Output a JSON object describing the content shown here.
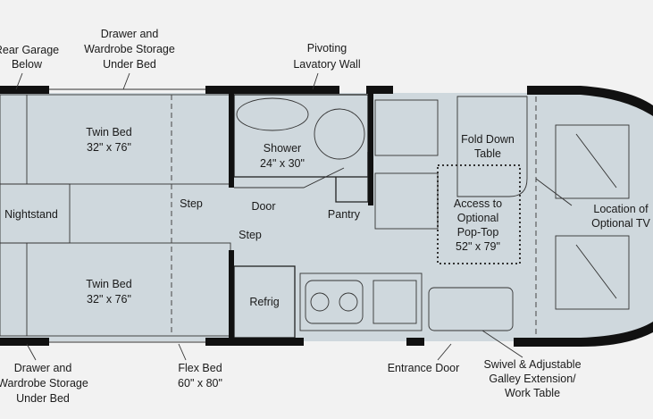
{
  "title": "",
  "colors": {
    "background": "#f2f2f2",
    "floor": "#cfd8dd",
    "wall": "#111111",
    "furniture": "#fafafa"
  },
  "labels": {
    "rear_garage": [
      "Rear Garage",
      "Below"
    ],
    "storage_top": [
      "Drawer and",
      "Wardrobe Storage",
      "Under Bed"
    ],
    "pivoting_wall": [
      "Pivoting",
      "Lavatory Wall"
    ],
    "twin_bed_top": [
      "Twin Bed",
      "32\" x 76\""
    ],
    "twin_bed_bottom": [
      "Twin Bed",
      "32\" x 76\""
    ],
    "nightstand": "Nightstand",
    "step_1": "Step",
    "step_2": "Step",
    "shower": [
      "Shower",
      "24\" x 30\""
    ],
    "door": "Door",
    "pantry": "Pantry",
    "fold_down_table": [
      "Fold Down",
      "Table"
    ],
    "pop_top": [
      "Access to",
      "Optional",
      "Pop-Top",
      "52\" x 79\""
    ],
    "tv": [
      "Location of",
      "Optional TV"
    ],
    "refrig": "Refrig",
    "storage_bottom": [
      "Drawer and",
      "Wardrobe Storage",
      "Under Bed"
    ],
    "flex_bed": [
      "Flex Bed",
      "60\" x 80\""
    ],
    "entrance_door": "Entrance Door",
    "galley_ext": [
      "Swivel & Adjustable",
      "Galley Extension/",
      "Work Table"
    ]
  }
}
